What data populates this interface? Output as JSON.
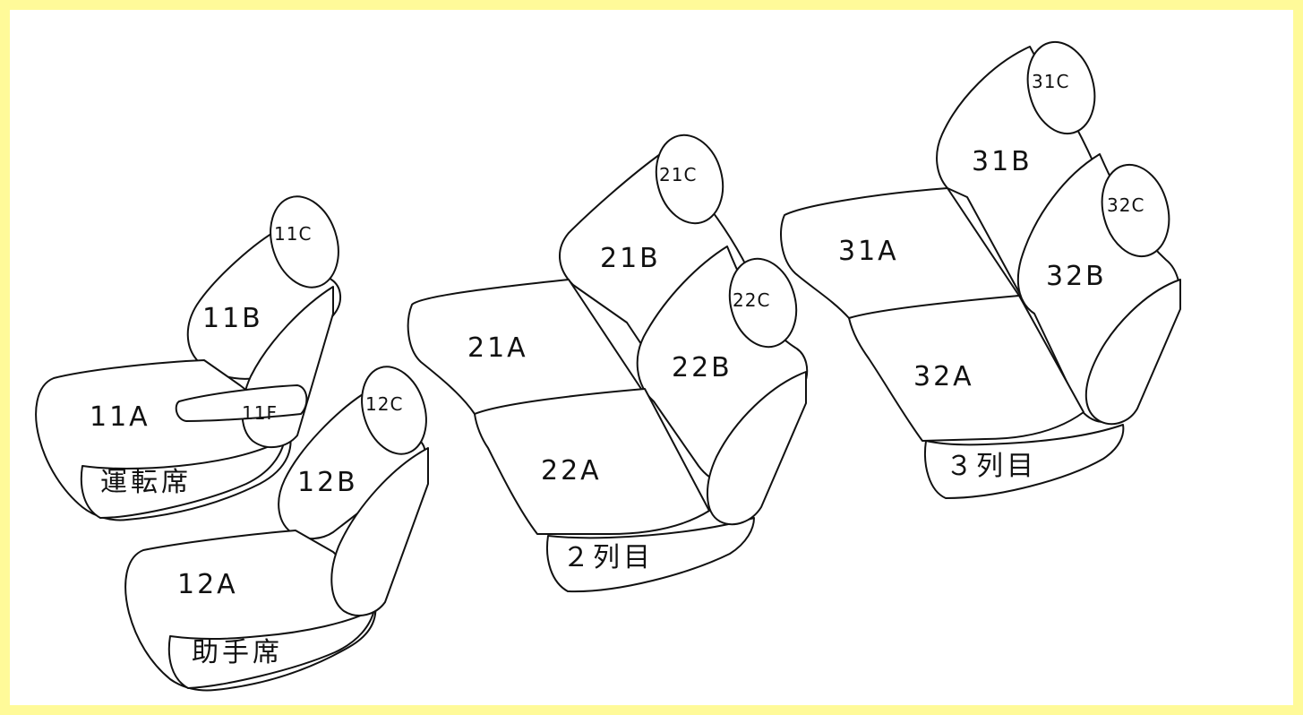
{
  "frame_color": "#fffa99",
  "line_color": "#111111",
  "driver": {
    "headrest": "11C",
    "backrest": "11B",
    "cushion": "11A",
    "armrest": "11F",
    "caption": "運転席"
  },
  "passenger": {
    "headrest": "12C",
    "backrest": "12B",
    "cushion": "12A",
    "caption": "助手席"
  },
  "row2": {
    "left_headrest": "21C",
    "left_backrest": "21B",
    "left_cushion": "21A",
    "right_headrest": "22C",
    "right_backrest": "22B",
    "right_cushion": "22A",
    "caption": "２列目"
  },
  "row3": {
    "left_headrest": "31C",
    "left_backrest": "31B",
    "left_cushion": "31A",
    "right_headrest": "32C",
    "right_backrest": "32B",
    "right_cushion": "32A",
    "caption": "３列目"
  }
}
